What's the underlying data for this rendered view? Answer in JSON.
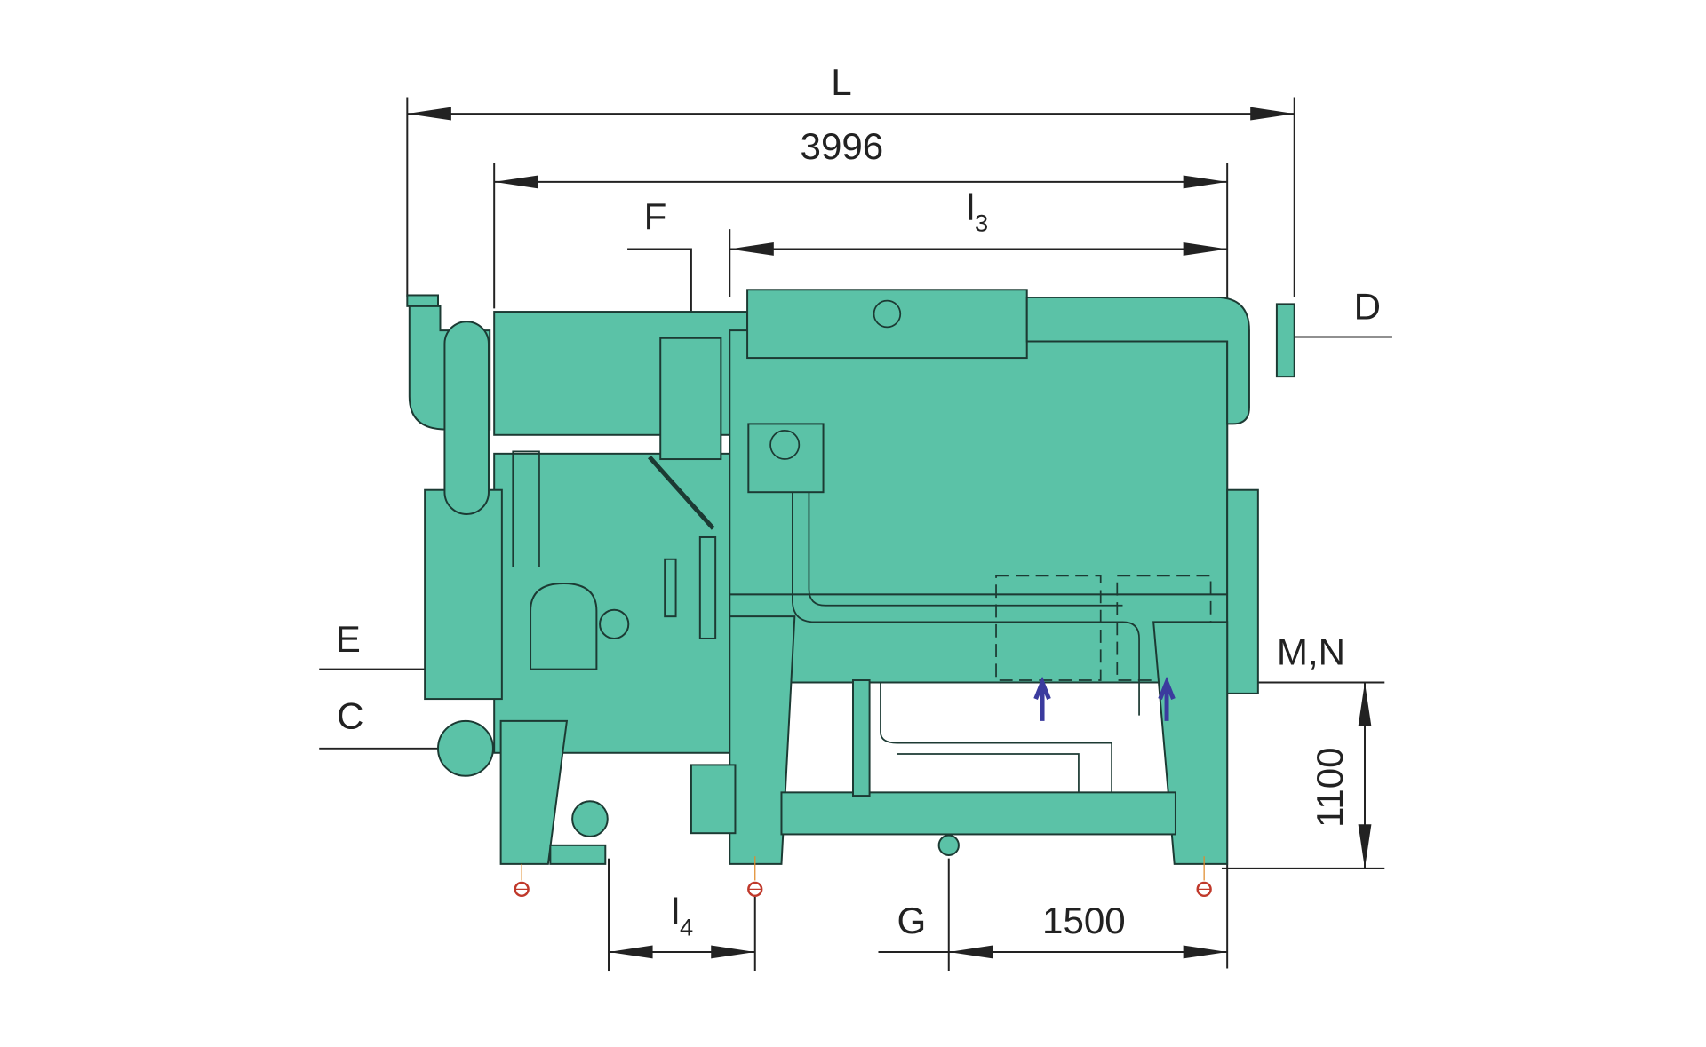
{
  "diagram": {
    "colors": {
      "body": "#5bc2a7",
      "outline": "#1c3a33",
      "marker": "#c0392b",
      "arrow": "#3b3b9e"
    },
    "labels": {
      "L": "L",
      "overall": "3996",
      "F": "F",
      "l3": "l",
      "l3_sub": "3",
      "D": "D",
      "E": "E",
      "MN": "M,N",
      "C": "C",
      "height": "1100",
      "l4": "l",
      "l4_sub": "4",
      "G": "G",
      "foot_spacing": "1500"
    }
  }
}
